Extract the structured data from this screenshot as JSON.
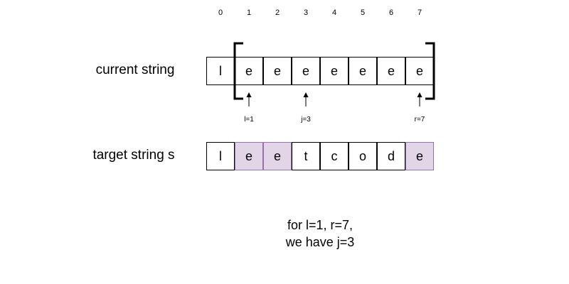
{
  "indices": [
    "0",
    "1",
    "2",
    "3",
    "4",
    "5",
    "6",
    "7"
  ],
  "current": {
    "label": "current string",
    "chars": [
      "l",
      "e",
      "e",
      "e",
      "e",
      "e",
      "e",
      "e"
    ]
  },
  "target": {
    "label": "target string s",
    "chars": [
      "l",
      "e",
      "e",
      "t",
      "c",
      "o",
      "d",
      "e"
    ],
    "highlighted_indices": [
      1,
      2,
      7
    ],
    "highlight_fill": "#e1d5e7",
    "highlight_stroke": "#9673a6"
  },
  "bracket": {
    "from_index": 1,
    "to_index": 7
  },
  "pointers": [
    {
      "index": 1,
      "label": "l=1"
    },
    {
      "index": 3,
      "label": "j=3"
    },
    {
      "index": 7,
      "label": "r=7"
    }
  ],
  "caption": {
    "line1": "for l=1, r=7,",
    "line2": "we have j=3"
  }
}
